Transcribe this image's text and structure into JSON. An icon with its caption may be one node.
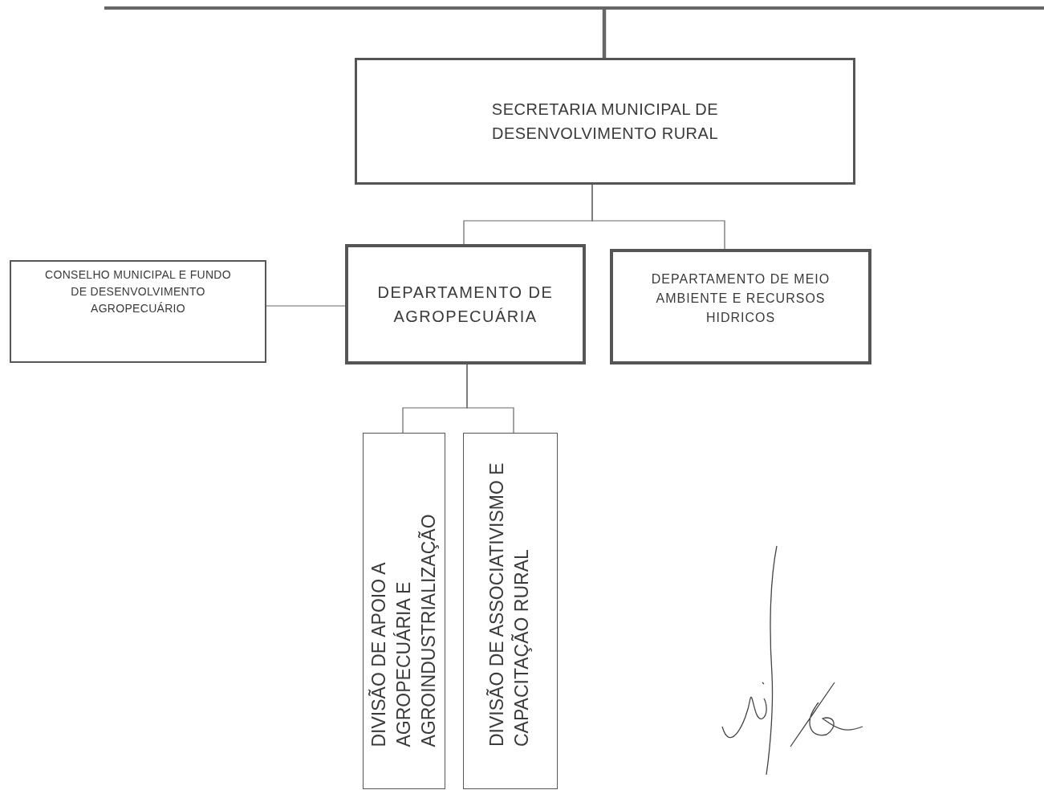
{
  "diagram": {
    "nodes": [
      {
        "text": [],
        "shape": "bar"
      },
      {
        "text": [
          "SECRETARIA MUNICIPAL DE DESENVOLVIMENTO RURAL"
        ]
      },
      {
        "text": [
          "CONSELHO MUNICIPAL E FUNDO DE DESENVOLVIMENTO AGROPECUÁRIO"
        ]
      },
      {
        "text": [
          "DEPARTAMENTO DE AGROPECUÁRIA"
        ]
      },
      {
        "text": [
          "DEPARTAMENTO DE MEIO AMBIENTE E RECURSOS HIDRICOS"
        ]
      },
      {
        "text": [
          "DIVISÃO DE APOIO A AGROPECUÁRIA E AGROINDUSTRIALIZAÇÃO"
        ]
      },
      {
        "text": [
          "DIVISÃO DE ASSOCIATIVISMO E CAPACITAÇÃO RURAL"
        ]
      }
    ],
    "edges": [
      {
        "from": 0,
        "to": 1,
        "arrow": "none",
        "style": "thick"
      },
      {
        "from": 1,
        "to": 3,
        "arrow": "none"
      },
      {
        "from": 1,
        "to": 4,
        "arrow": "none"
      },
      {
        "from": 2,
        "to": 3,
        "arrow": "none"
      },
      {
        "from": 3,
        "to": 5,
        "arrow": "none"
      },
      {
        "from": 3,
        "to": 6,
        "arrow": "none"
      }
    ]
  }
}
